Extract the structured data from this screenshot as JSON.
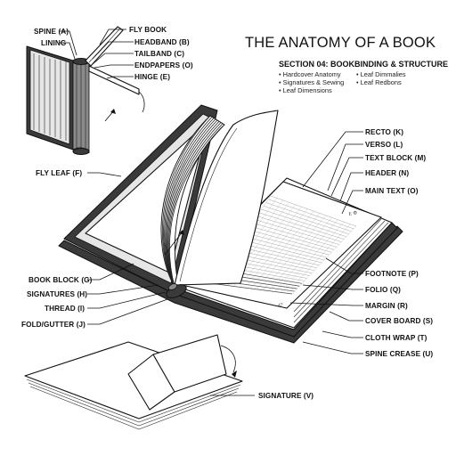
{
  "title": "THE ANATOMY OF A BOOK",
  "subtitle": "SECTION 04: BOOKBINDING & STRUCTURE",
  "bullets": {
    "col1": [
      "Hardcover Anatomy",
      "Signatures & Sewing",
      "Leaf Dimensions"
    ],
    "col2": [
      "Leaf Dimmalies",
      "Leaf Redbons"
    ]
  },
  "labels": {
    "spine": "SPINE (A)",
    "lining": "LINING",
    "fly_book": "FLY BOOK",
    "headband": "HEADBAND (B)",
    "tailband": "TAILBAND (C)",
    "endpapers": "ENDPAPERS (O)",
    "hinge": "HINGE (E)",
    "fly_leaf": "FLY LEAF (F)",
    "recto": "RECTO (K)",
    "verso": "VERSO (L)",
    "text_block": "TEXT BLOCK (M)",
    "header": "HEADER (N)",
    "main_text": "MAIN TEXT (O)",
    "book_block": "BOOK BLOCK (G)",
    "signatures": "SIGNATURES (H)",
    "thread": "THREAD (I)",
    "fold_gutter": "FOLD/GUTTER (J)",
    "footnote": "FOOTNOTE (P)",
    "folio": "FOLIO (Q)",
    "margin": "MARGIN (R)",
    "cover_board": "COVER BOARD (S)",
    "cloth_wrap": "CLOTH WRAP (T)",
    "spine_crease": "SPINE CREASE (U)",
    "signature": "SIGNATURE (V)"
  },
  "page_marks": {
    "header_mark": "Ε  ⚙",
    "folio_mark": "47"
  }
}
